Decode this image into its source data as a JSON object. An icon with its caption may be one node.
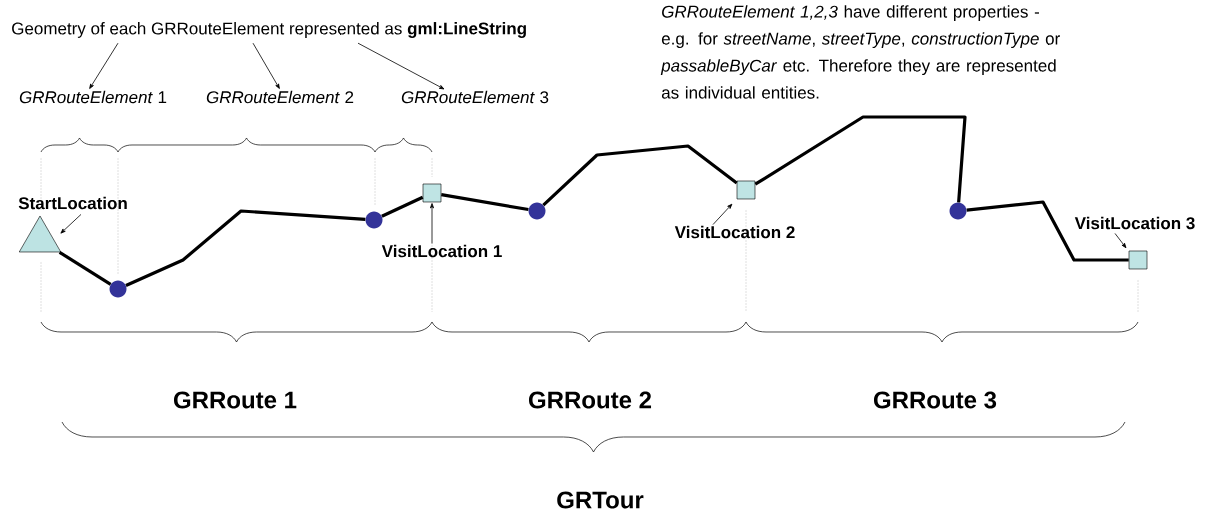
{
  "diagram": {
    "nodes": [
      {
        "text": [
          "Geometry of each GRRouteElement represented as **gml:LineString**"
        ]
      },
      {
        "text": [
          "*GRRouteElement* 1"
        ]
      },
      {
        "text": [
          "*GRRouteElement* 2"
        ]
      },
      {
        "text": [
          "*GRRouteElement* 3"
        ]
      },
      {
        "text": [
          "StartLocation"
        ]
      },
      {
        "text": [],
        "shape": "triangle"
      },
      {
        "text": [],
        "shape": "circle"
      },
      {
        "text": [],
        "shape": "circle"
      },
      {
        "text": [],
        "shape": "box"
      },
      {
        "text": [
          "VisitLocation 1"
        ]
      },
      {
        "text": [],
        "shape": "circle"
      },
      {
        "text": [],
        "shape": "box"
      },
      {
        "text": [
          "VisitLocation 2"
        ]
      },
      {
        "text": [],
        "shape": "circle"
      },
      {
        "text": [
          "VisitLocation 3"
        ]
      },
      {
        "text": [],
        "shape": "box"
      }
    ],
    "edges": [
      {
        "from": 0,
        "to": 1,
        "arrow": "to"
      },
      {
        "from": 0,
        "to": 2,
        "arrow": "to"
      },
      {
        "from": 0,
        "to": 3,
        "arrow": "to"
      },
      {
        "from": 4,
        "to": 5,
        "arrow": "to"
      },
      {
        "from": 9,
        "to": 8,
        "arrow": "to"
      },
      {
        "from": 12,
        "to": 11,
        "arrow": "to"
      },
      {
        "from": 14,
        "to": 15,
        "arrow": "to"
      },
      {
        "from": 5,
        "to": 6,
        "arrow": "none",
        "style": "thick"
      },
      {
        "from": 6,
        "to": 7,
        "arrow": "none",
        "style": "thick"
      },
      {
        "from": 7,
        "to": 8,
        "arrow": "none",
        "style": "thick"
      },
      {
        "from": 8,
        "to": 10,
        "arrow": "none",
        "style": "thick"
      },
      {
        "from": 10,
        "to": 11,
        "arrow": "none",
        "style": "thick"
      },
      {
        "from": 11,
        "to": 13,
        "arrow": "none",
        "style": "thick"
      },
      {
        "from": 13,
        "to": 15,
        "arrow": "none",
        "style": "thick"
      }
    ],
    "labels": [
      "*GRRouteElement 1,2,3* have different properties - e.g. for *streetName*, *streetType*, *constructionType* or *passableByCar* etc. Therefore they are represented as individual entities.",
      "GRRoute 1",
      "GRRoute 2",
      "GRRoute 3",
      "GRTour"
    ]
  }
}
